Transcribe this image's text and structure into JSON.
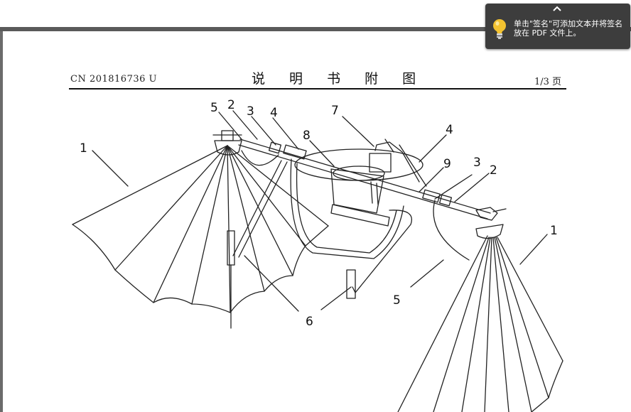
{
  "document": {
    "patent_number": "CN 201816736 U",
    "section_title": "说 明 书 附 图",
    "page_indicator": "1/3 页"
  },
  "figure_labels": {
    "l1_left": "1",
    "l5_top": "5",
    "l2_top": "2",
    "l3_top": "3",
    "l4_top": "4",
    "l8": "8",
    "l7": "7",
    "l4_right": "4",
    "l9": "9",
    "l3_right": "3",
    "l2_right": "2",
    "l1_right": "1",
    "l5_bottom": "5",
    "l6": "6"
  },
  "tooltip": {
    "message": "单击\"签名\"可添加文本并将签名放在 PDF 文件上。"
  },
  "colors": {
    "toolbar": "#5a5a5a",
    "tooltip_bg": "#3d3d3d",
    "bulb": "#f2c230"
  },
  "icons": {
    "tooltip_collapse": "chevron-up-icon",
    "tip": "lightbulb-icon"
  }
}
